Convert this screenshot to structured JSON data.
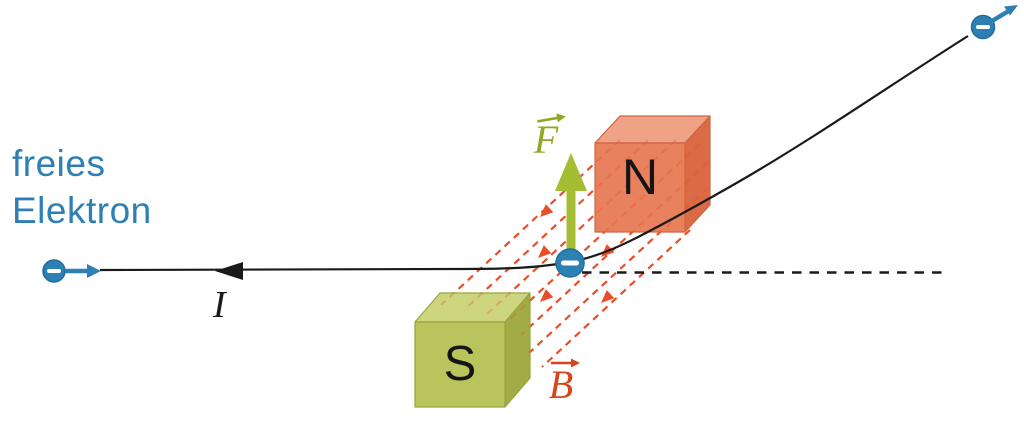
{
  "diagram": {
    "caption": {
      "line1": "freies",
      "line2": "Elektron"
    },
    "labels": {
      "current": "I",
      "north_pole": "N",
      "south_pole": "S",
      "force_vector": "F",
      "field_vector": "B"
    },
    "icons": {
      "electron": "circle-with-minus-icon",
      "force": "up-arrow",
      "field": "diagonal-dashed-arrows"
    }
  },
  "colors": {
    "blue": "#2D7FB4",
    "electron_fill": "#2D80B4",
    "electron_stroke": "#226D9C",
    "ink": "#1A1A1A",
    "force_arrow": "#A5BD33",
    "force_label": "#90A826",
    "field_line": "#E84E28",
    "field_label": "#D8451C",
    "n_front": "#E8815D",
    "n_top": "#EFA285",
    "n_right": "#DA6B44",
    "n_edge": "#CE6642",
    "s_front": "#B9C45C",
    "s_top": "#CDD67E",
    "s_right": "#A2AC45",
    "s_edge": "#99A43E"
  }
}
